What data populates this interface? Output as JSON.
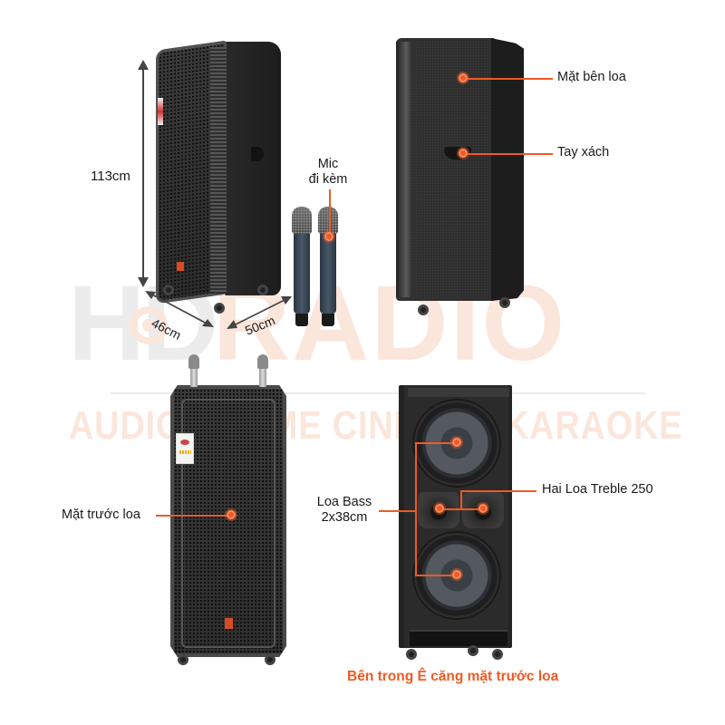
{
  "watermark": {
    "brand_hd": "HD",
    "brand_radio": "RADIO",
    "tagline": "AUDIO - HOME CINEMA - KARAOKE"
  },
  "colors": {
    "accent": "#ef5a24",
    "text": "#1a1a1a",
    "watermark_gray": "#ececec",
    "watermark_orange": "#fbe6dc"
  },
  "panels": {
    "dimensions": {
      "height_label": "113cm",
      "depth_label": "46cm",
      "width_label": "50cm",
      "mic_label_line1": "Mic",
      "mic_label_line2": "đi kèm"
    },
    "side_view": {
      "side_label": "Mặt bên loa",
      "handle_label": "Tay xách"
    },
    "front_view": {
      "front_label": "Mặt trước loa"
    },
    "inside_view": {
      "bass_label_line1": "Loa Bass",
      "bass_label_line2": "2x38cm",
      "treble_label": "Hai Loa Treble 250",
      "caption": "Bên trong Ê căng mặt trước loa"
    }
  },
  "icons": {
    "callout_marker": "orange-target-dot",
    "dimension_arrow": "double-headed-arrow"
  }
}
